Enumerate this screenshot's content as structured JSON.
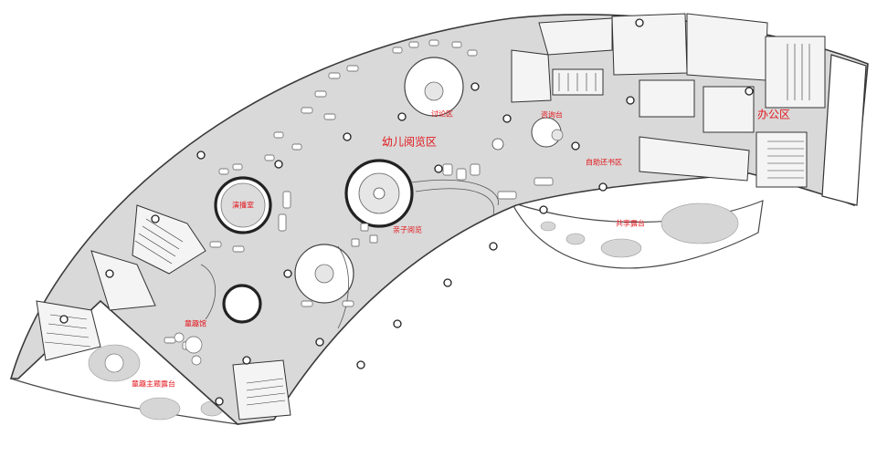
{
  "zones": {
    "children_reading": "幼儿阅览区",
    "office": "办公区",
    "discussion": "讨论区",
    "consultation": "咨询台",
    "self_return": "自助还书区",
    "shared_terrace": "共享露台",
    "performance_room": "演播室",
    "parent_child_reading": "亲子阅览",
    "fun_hall": "童趣馆",
    "fun_theme_terrace": "童趣主题露台"
  },
  "colors": {
    "label": "#e2161c",
    "floor": "#d9d9d9",
    "wall": "#333333"
  }
}
